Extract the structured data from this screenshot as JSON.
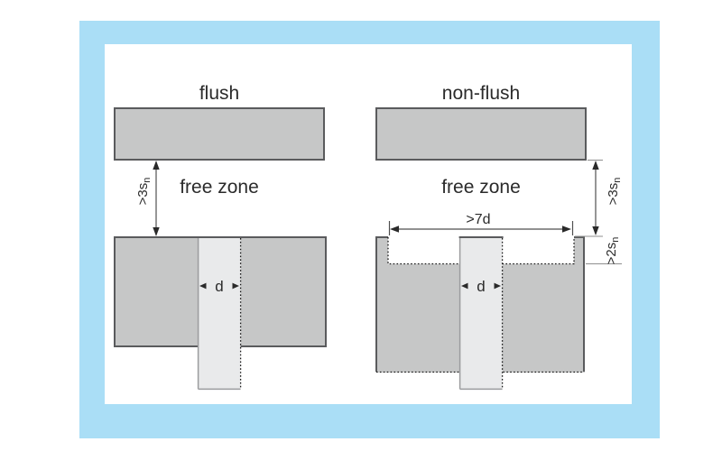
{
  "colors": {
    "frame": "#aadef6",
    "canvas": "#ffffff",
    "metal": "#c6c7c7",
    "sensor": "#e9eaeb",
    "outline": "#5a5b5d",
    "sensor_edge": "#9b9c9e",
    "ink": "#2b2b2b",
    "dim": "#4f4f4f",
    "leader": "#8f8f8f",
    "dots": "#1a1a1a"
  },
  "left": {
    "title": "flush",
    "free_zone_label": "free zone",
    "clearance_dim": {
      "text": ">3s",
      "sub": "n"
    },
    "diameter_dim": "d"
  },
  "right": {
    "title": "non-flush",
    "free_zone_label": "free zone",
    "width_dim": ">7d",
    "clearance_dim": {
      "text": ">3s",
      "sub": "n"
    },
    "protrusion_dim": {
      "text": ">2s",
      "sub": "n"
    },
    "diameter_dim": "d"
  }
}
